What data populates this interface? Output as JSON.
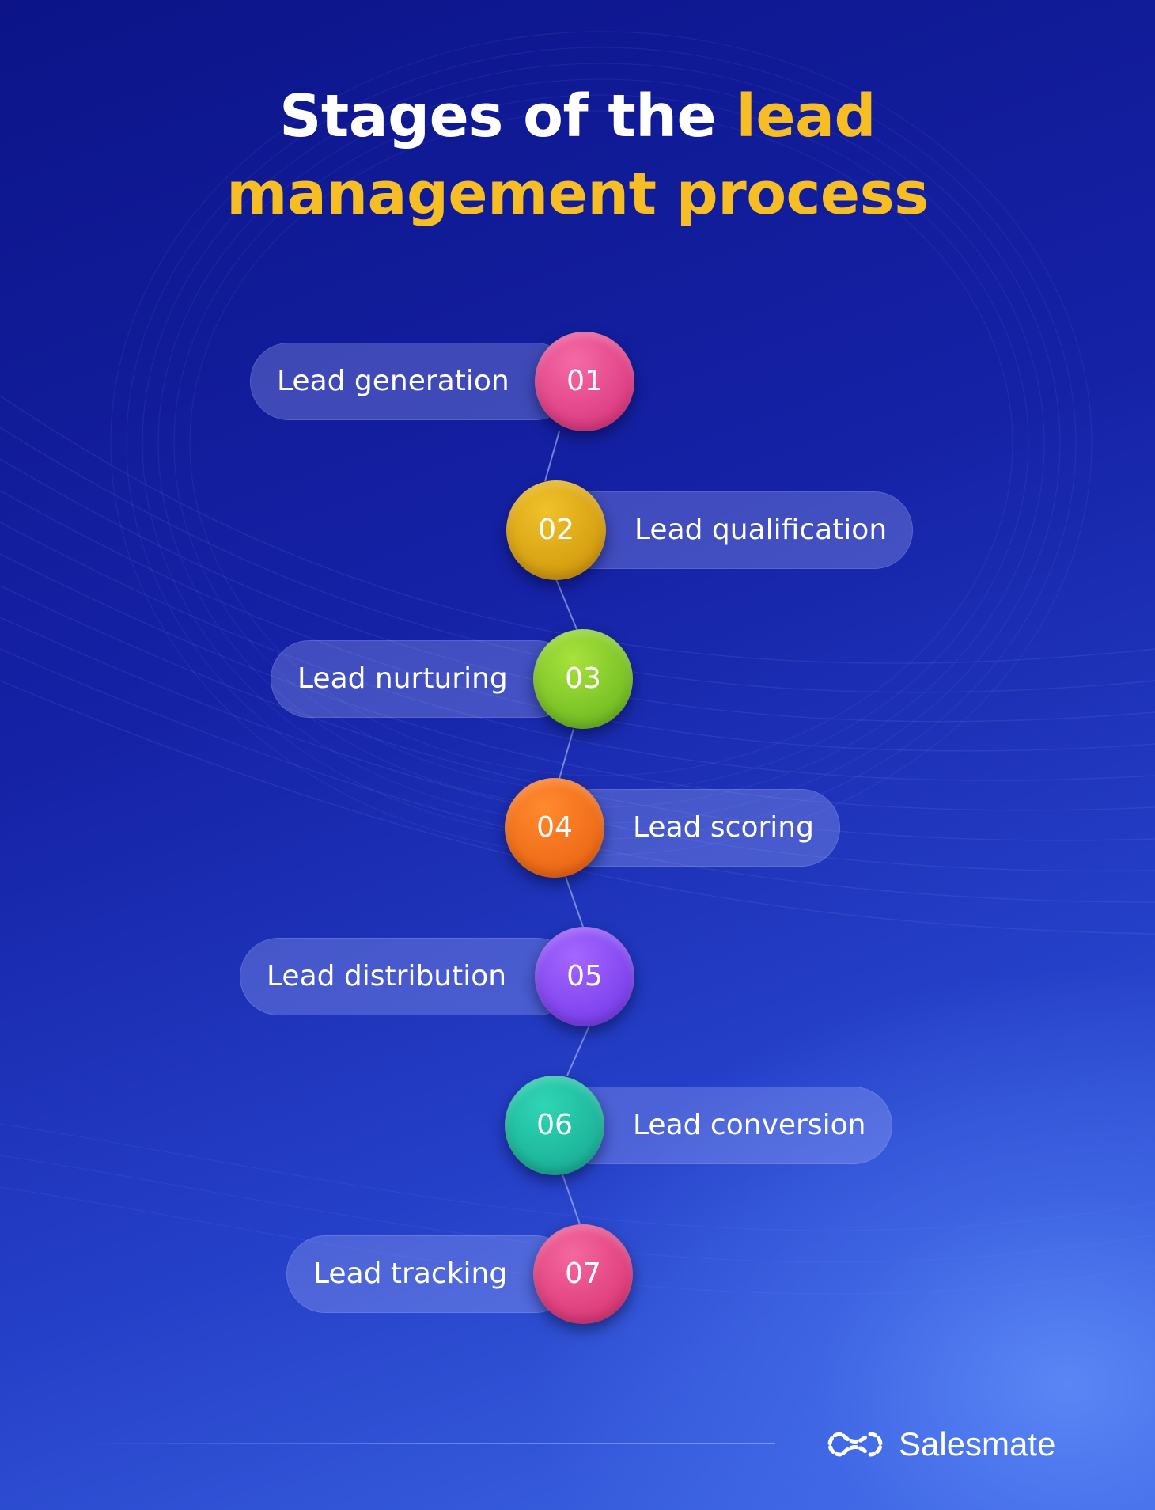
{
  "title": {
    "line1_white": "Stages of the",
    "line1_accent": "lead",
    "line2_accent": "management process"
  },
  "stages": [
    {
      "number": "01",
      "label": "Lead generation",
      "color": "#e0397f"
    },
    {
      "number": "02",
      "label": "Lead qualification",
      "color": "#dea511"
    },
    {
      "number": "03",
      "label": "Lead nurturing",
      "color": "#80c72a"
    },
    {
      "number": "04",
      "label": "Lead scoring",
      "color": "#f2711b"
    },
    {
      "number": "05",
      "label": "Lead distribution",
      "color": "#8a4bf3"
    },
    {
      "number": "06",
      "label": "Lead conversion",
      "color": "#20bb9f"
    },
    {
      "number": "07",
      "label": "Lead tracking",
      "color": "#e03b7c"
    }
  ],
  "brand": {
    "name": "Salesmate",
    "icon": "salesmate-logo-icon"
  },
  "colors": {
    "accent": "#f7bd25",
    "background_top": "#0c1488",
    "background_bottom": "#4f7ef0"
  }
}
